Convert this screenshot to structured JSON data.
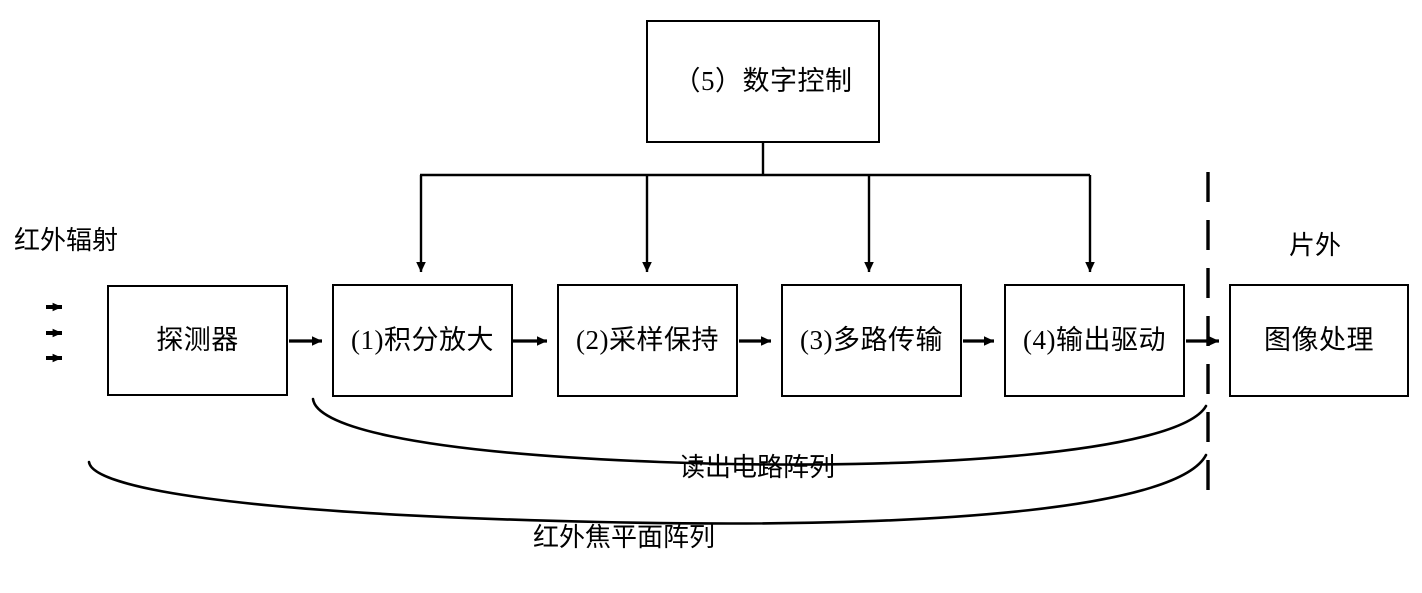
{
  "diagram": {
    "title_blocks": {
      "control": "（5）数字控制",
      "detector": "探测器",
      "stage1": "(1)积分放大",
      "stage2": "(2)采样保持",
      "stage3": "(3)多路传输",
      "stage4": "(4)输出驱动",
      "offchip": "图像处理"
    },
    "labels": {
      "infrared_radiation": "红外辐射",
      "off_chip": "片外",
      "readout_array": "读出电路阵列",
      "focal_plane_array": "红外焦平面阵列"
    },
    "colors": {
      "stroke": "#000000",
      "fill": "#ffffff",
      "text": "#000000"
    },
    "icons": {
      "incoming_ray": "arrow-right-icon",
      "flow_arrow": "arrow-right-icon",
      "control_arrow": "arrow-down-icon",
      "boundary": "dashed-divider-icon"
    }
  }
}
